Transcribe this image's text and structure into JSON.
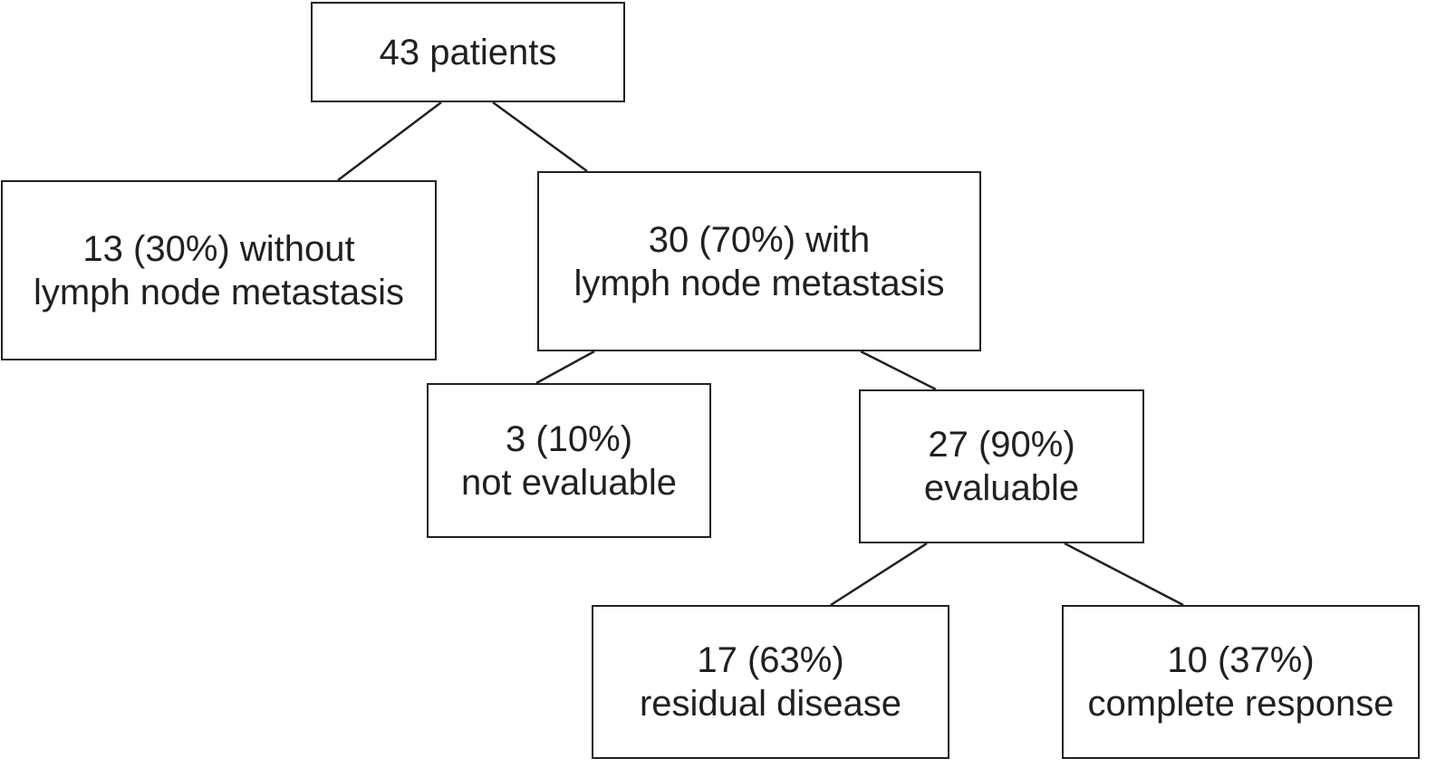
{
  "nodes": {
    "total": {
      "line1": "43 patients"
    },
    "without_lnm": {
      "line1": "13 (30%) without",
      "line2": "lymph node metastasis"
    },
    "with_lnm": {
      "line1": "30 (70%) with",
      "line2": "lymph node metastasis"
    },
    "not_evaluable": {
      "line1": "3 (10%)",
      "line2": "not evaluable"
    },
    "evaluable": {
      "line1": "27 (90%)",
      "line2": "evaluable"
    },
    "residual": {
      "line1": "17 (63%)",
      "line2": "residual disease"
    },
    "complete": {
      "line1": "10 (37%)",
      "line2": "complete response"
    }
  }
}
